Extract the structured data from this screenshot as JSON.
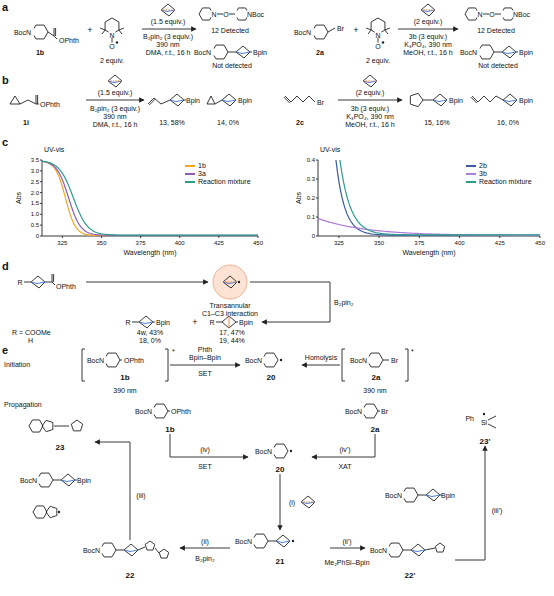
{
  "diagram": {
    "nodes": [
      {
        "text": [
          "1b"
        ]
      },
      {
        "text": [
          "20"
        ]
      },
      {
        "text": [
          "2a"
        ]
      },
      {
        "text": [
          "1b"
        ]
      },
      {
        "text": [
          "2a"
        ]
      },
      {
        "text": [
          "23"
        ]
      },
      {
        "text": [
          "20"
        ]
      },
      {
        "text": [
          "23'"
        ]
      },
      {
        "text": [
          "21"
        ]
      },
      {
        "text": [
          "22"
        ]
      },
      {
        "text": [
          "22'"
        ]
      }
    ],
    "edges": [
      {
        "from": 0,
        "to": 1,
        "arrow": "to",
        "label": "SET"
      },
      {
        "from": 2,
        "to": 1,
        "arrow": "to",
        "label": "Homolysis"
      },
      {
        "from": 3,
        "to": 6,
        "arrow": "to",
        "label": "(iv)"
      },
      {
        "from": 4,
        "to": 6,
        "arrow": "to",
        "label": "(iv')"
      },
      {
        "from": 6,
        "to": 8,
        "arrow": "to",
        "label": "(i)"
      },
      {
        "from": 8,
        "to": 9,
        "arrow": "to",
        "label": "(ii)"
      },
      {
        "from": 8,
        "to": 10,
        "arrow": "to",
        "label": "(ii')"
      },
      {
        "from": 9,
        "to": 5,
        "arrow": "to",
        "label": "(iii)"
      },
      {
        "from": 10,
        "to": 7,
        "arrow": "to",
        "label": "(iii')"
      }
    ],
    "labels": [
      "a",
      "BocN",
      "OPhth",
      "1b",
      "+",
      "N",
      "O",
      "2 equiv.",
      "(1.5 equiv.)",
      "B₂pin₂ (3 equiv.)",
      "390 nm",
      "DMA, r.t., 16 h",
      "N",
      "O",
      "NBoc",
      "12 Detected",
      "BocN",
      "Bpin",
      "Not detected",
      "BocN",
      "Br",
      "2a",
      "+",
      "N",
      "O",
      "2 equiv.",
      "(2 equiv.)",
      "3b (3 equiv.)",
      "K₃PO₄, 390 nm",
      "MeOH, r.t., 16 h",
      "N",
      "O",
      "NBoc",
      "12 Detected",
      "BocN",
      "Bpin",
      "Not detected",
      "b",
      "OPhth",
      "1i",
      "(1.5 equiv.)",
      "B₂pin₂ (3 equiv.)",
      "390 nm",
      "DMA, r.t., 16 h",
      "Bpin",
      "13, 58%",
      "Bpin",
      "14, 0%",
      "Br",
      "2c",
      "(2 equiv.)",
      "3b (3 equiv.)",
      "K₃PO₄, 390 nm",
      "MeOH, r.t., 16 h",
      "Bpin",
      "15, 16%",
      "Bpin",
      "16, 0%",
      "c",
      "UV-vis",
      "Abs",
      "0",
      "0.5",
      "1.0",
      "1.5",
      "2.0",
      "2.5",
      "3.0",
      "3.5",
      "325",
      "350",
      "375",
      "400",
      "425",
      "450",
      "Wavelength (nm)",
      "UV-vis",
      "Abs",
      "0",
      "0.1",
      "0.2",
      "0.3",
      "0.4",
      "325",
      "350",
      "375",
      "400",
      "425",
      "450",
      "Wavelength (nm)",
      "d",
      "R",
      "OPhth",
      "Transannular",
      "C1–C3 interaction",
      "B₂pin₂",
      "R",
      "Bpin",
      "+",
      "R",
      "Bpin",
      "R = COOMe",
      "H",
      "4w, 43%",
      "18, 0%",
      "17, 47%",
      "19, 44%",
      "e",
      "Initiation",
      "BocN",
      "OPhth",
      "*",
      "Phth",
      "Bpin–Bpin",
      "390 nm",
      "BocN",
      "BocN",
      "Br",
      "*",
      "390 nm",
      "Propagation",
      "BocN",
      "OPhth",
      "BocN",
      "Br",
      "BocN",
      "BocN",
      "B₂pin₂",
      "BocN",
      "BocN",
      "Bpin",
      "SET",
      "XAT",
      "Me₂PhSi–Bpin",
      "BocN",
      "BocN",
      "Bpin",
      "Ph",
      "Si"
    ],
    "legend": [
      {
        "text": "1b",
        "color": "#f5a623"
      },
      {
        "text": "3a",
        "color": "#8e5bb5"
      },
      {
        "text": "Reaction mixture",
        "color": "#2a9d8f"
      },
      {
        "text": "2b",
        "color": "#3b5ba5"
      },
      {
        "text": "3b",
        "color": "#b07cd8"
      },
      {
        "text": "Reaction mixture",
        "color": "#2a9d8f"
      }
    ]
  }
}
